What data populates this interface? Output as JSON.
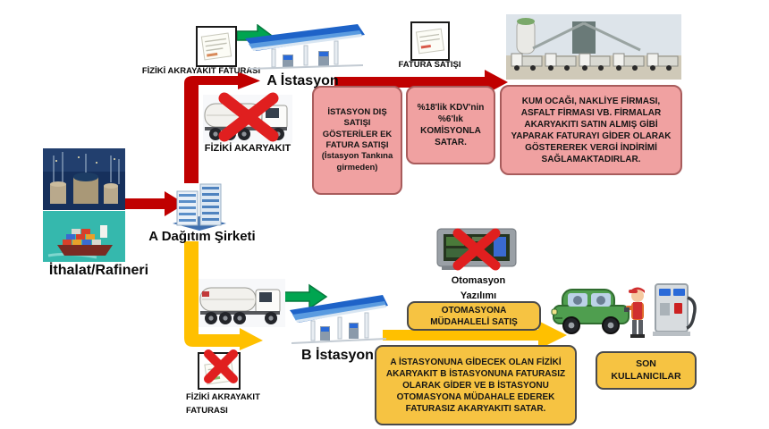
{
  "colors": {
    "red_arrow": "#C00000",
    "green_arrow": "#00A550",
    "yellow_arrow": "#FFC000",
    "pink_box_fill": "#F0A1A1",
    "pink_box_border": "#A85C5C",
    "yellow_box_fill": "#F6C342",
    "yellow_box_border": "#4A4A4A"
  },
  "source": {
    "label": "İthalat/Rafineri"
  },
  "distributor": {
    "label": "A Dağıtım Şirketi"
  },
  "station_a": {
    "label": "A İstasyon",
    "invoice_label": "FİZİKİ AKRAYAKIT FATURASI",
    "fuel_label": "FİZİKİ AKARYAKIT",
    "invoice_sale_label": "FATURA SATIŞI",
    "note_sale": "İSTASYON DIŞ SATIŞI GÖSTERİLER EK FATURA SATIŞI (İstasyon Tankına girmeden)",
    "note_commission": "%18'lik KDV'nin %6'lık KOMİSYONLA SATAR.",
    "note_buyers": "KUM OCAĞI, NAKLİYE FİRMASI, ASFALT FİRMASI VB. FİRMALAR AKARYAKITI SATIN ALMIŞ GİBİ YAPARAK FATURAYI GİDER OLARAK GÖSTEREREK VERGİ İNDİRİMİ SAĞLAMAKTADIRLAR."
  },
  "station_b": {
    "label": "B İstasyon",
    "automation_label": "Otomasyon Yazılımı",
    "automation_sale_label": "OTOMASYONA MÜDAHALELİ SATIŞ",
    "invoice_label_line1": "FİZİKİ AKRAYAKIT",
    "invoice_label_line2": "FATURASI",
    "note": "A İSTASYONUNA GİDECEK OLAN FİZİKİ AKARYAKIT B İSTASYONUNA FATURASIZ OLARAK GİDER VE B İSTASYONU OTOMASYONA MÜDAHALE EDEREK FATURASIZ AKARYAKITI SATAR.",
    "end_users_label": "SON KULLANICILAR"
  }
}
